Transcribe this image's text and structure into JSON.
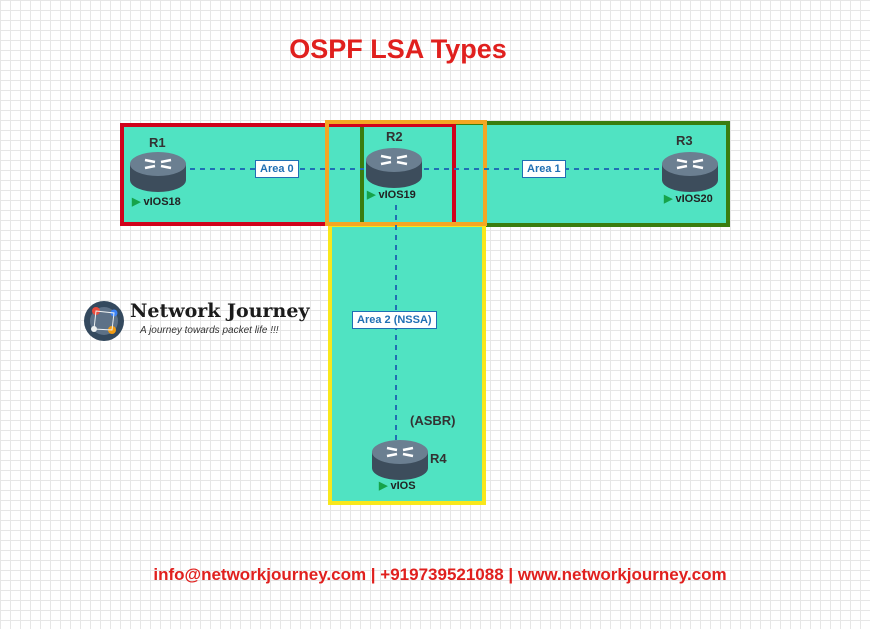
{
  "title": "OSPF LSA Types",
  "colors": {
    "area_fill": "#50e3c2",
    "area0_border": "#d0021b",
    "area1_border": "#3a7d0f",
    "area2_border": "#f8e71c",
    "r2_highlight_border": "#f5a623",
    "link": "#1f6fb3",
    "title": "#e0201e"
  },
  "routers": {
    "r1": {
      "name": "R1",
      "label": "vIOS18",
      "icon": "router-icon"
    },
    "r2": {
      "name": "R2",
      "label": "vIOS19",
      "icon": "router-icon"
    },
    "r3": {
      "name": "R3",
      "label": "vIOS20",
      "icon": "router-icon"
    },
    "r4": {
      "name": "R4",
      "label": "vIOS",
      "role": "(ASBR)",
      "icon": "router-icon"
    }
  },
  "areas": {
    "area0": "Area 0",
    "area1": "Area 1",
    "area2": "Area 2 (NSSA)"
  },
  "logo": {
    "title": "Network Journey",
    "tagline": "A journey towards packet life !!!"
  },
  "footer": "info@networkjourney.com | +919739521088 | www.networkjourney.com"
}
